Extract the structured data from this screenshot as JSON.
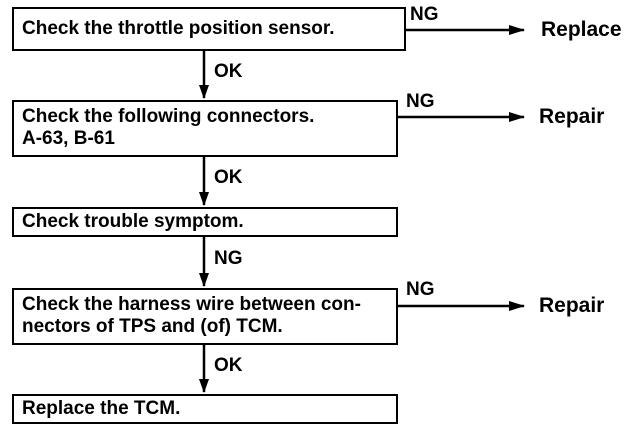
{
  "steps": [
    {
      "text": "Check the throttle position sensor."
    },
    {
      "text": "Check the following connectors.\nA-63, B-61"
    },
    {
      "text": "Check trouble symptom."
    },
    {
      "text": "Check the harness wire between con-\nnectors of TPS and  (of) TCM."
    },
    {
      "text": "Replace the TCM."
    }
  ],
  "vertical_labels": [
    "OK",
    "OK",
    "NG",
    "OK"
  ],
  "side_branches": [
    {
      "condition": "NG",
      "action": "Replace"
    },
    {
      "condition": "NG",
      "action": "Repair"
    },
    {
      "condition": "NG",
      "action": "Repair"
    }
  ]
}
